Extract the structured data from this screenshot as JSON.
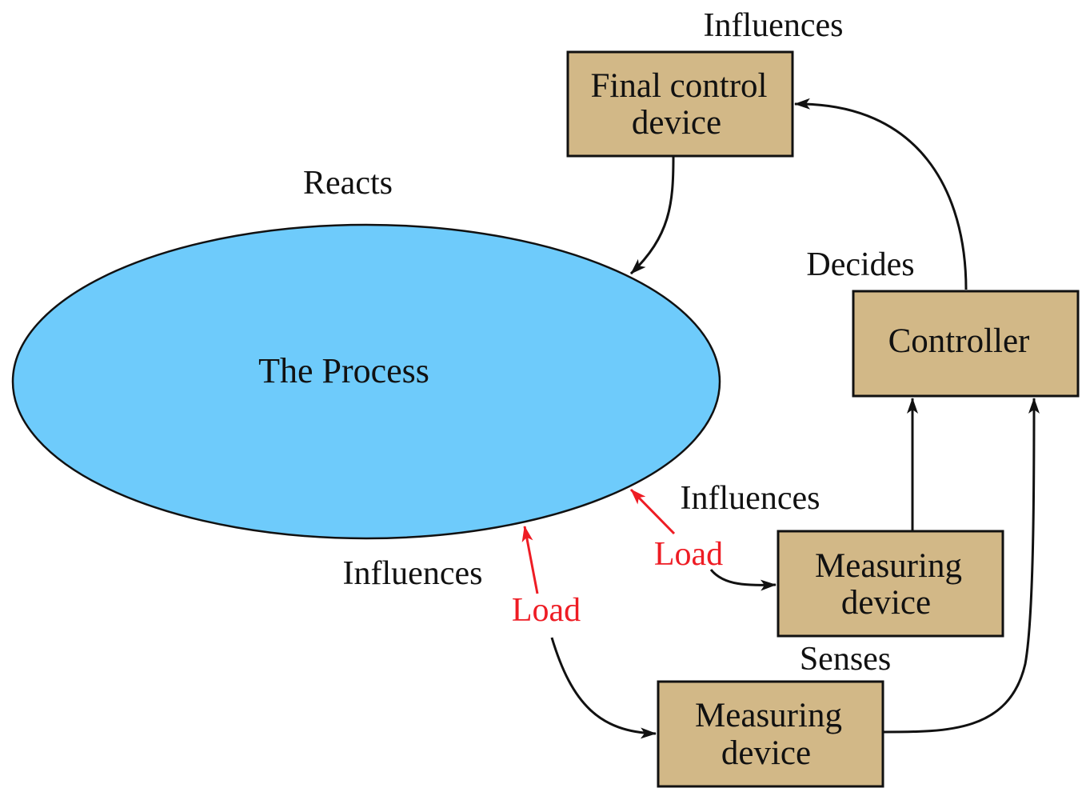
{
  "colors": {
    "box_fill": "#d2b887",
    "process_fill": "#6ecbfb",
    "stroke": "#111111",
    "load": "#ee1c24"
  },
  "process": {
    "label": "The Process"
  },
  "boxes": {
    "final_control": {
      "line1": "Final control",
      "line2": "device"
    },
    "controller": {
      "line1": "Controller"
    },
    "measuring_upper": {
      "line1": "Measuring",
      "line2": "device"
    },
    "measuring_lower": {
      "line1": "Measuring",
      "line2": "device"
    }
  },
  "labels": {
    "influences_top": "Influences",
    "reacts": "Reacts",
    "decides": "Decides",
    "influences_mid": "Influences",
    "influences_left": "Influences",
    "senses": "Senses"
  },
  "loads": {
    "upper": "Load",
    "lower": "Load"
  }
}
